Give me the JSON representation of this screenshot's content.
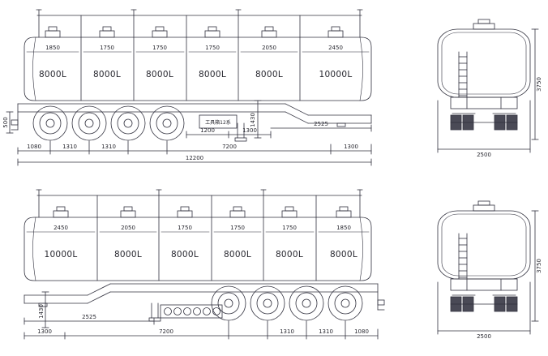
{
  "drawing": {
    "title": "tanker-semi-trailer-blueprint",
    "line_color": "#31313e",
    "bg_color": "#ffffff"
  },
  "side_view_top": {
    "compartment_dims": [
      "1850",
      "1750",
      "1750",
      "1750",
      "2050",
      "2450"
    ],
    "capacities": [
      "8000L",
      "8000L",
      "8000L",
      "8000L",
      "8000L",
      "10000L"
    ],
    "toolbox_label": "工具箱12系",
    "dim_1200": "1200",
    "dim_1300_mid": "1300",
    "dim_2525": "2525",
    "dim_1080": "1080",
    "dim_1310_a": "1310",
    "dim_1310_b": "1310",
    "dim_7200": "7200",
    "dim_1300_front": "1300",
    "dim_total": "12200",
    "dim_500": "500",
    "dim_1430": "1430"
  },
  "side_view_bottom": {
    "compartment_dims": [
      "2450",
      "2050",
      "1750",
      "1750",
      "1750",
      "1850"
    ],
    "capacities": [
      "10000L",
      "8000L",
      "8000L",
      "8000L",
      "8000L",
      "8000L"
    ],
    "dim_1430": "1430",
    "dim_2525": "2525",
    "dim_1300": "1300",
    "dim_7200": "7200",
    "dim_1310_a": "1310",
    "dim_1310_b": "1310",
    "dim_1080": "1080"
  },
  "rear_view_top": {
    "width_dim": "2500",
    "height_dim": "3750"
  },
  "rear_view_bottom": {
    "width_dim": "2500",
    "height_dim": "3750"
  }
}
